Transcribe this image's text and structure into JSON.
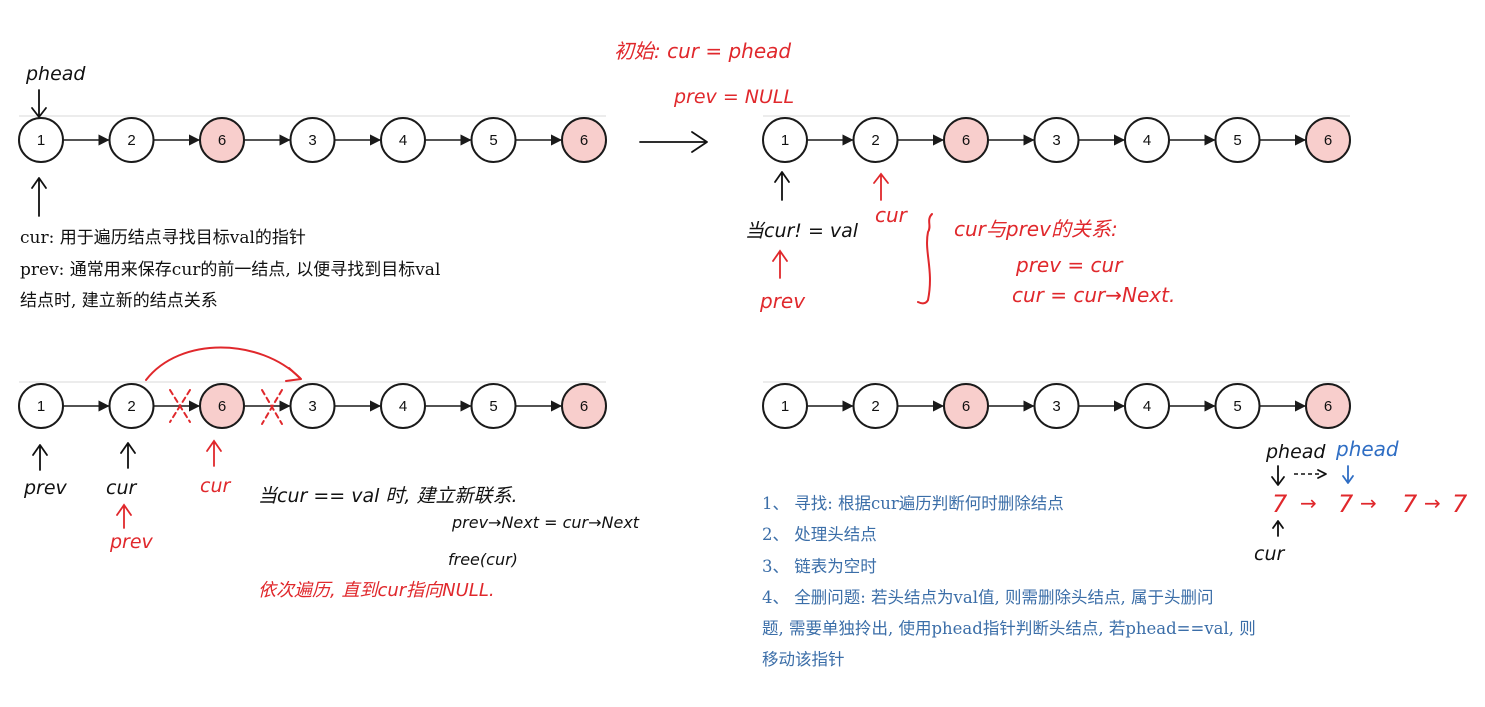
{
  "lists": {
    "top_left": [
      "1",
      "2",
      "6",
      "3",
      "4",
      "5",
      "6"
    ],
    "top_right": [
      "1",
      "2",
      "6",
      "3",
      "4",
      "5",
      "6"
    ],
    "bottom_left": [
      "1",
      "2",
      "6",
      "3",
      "4",
      "5",
      "6"
    ],
    "bottom_right": [
      "1",
      "2",
      "6",
      "3",
      "4",
      "5",
      "6"
    ]
  },
  "target_value": "6",
  "colors": {
    "target_fill": "#f8cecc",
    "annotation_red": "#e0282c",
    "annotation_blue": "#2f6ec4",
    "printed_blue": "#3b6ea8"
  },
  "panel_top_left": {
    "phead_label": "phead",
    "desc_line1": "cur: 用于遍历结点寻找目标val的指针",
    "desc_line2": "prev: 通常用来保存cur的前一结点, 以便寻找到目标val",
    "desc_line3": "结点时, 建立新的结点关系"
  },
  "panel_top_right": {
    "init_line1": "初始: cur = phead",
    "init_line2": "prev = NULL",
    "cur_label": "cur",
    "cond_label": "当cur! = val",
    "prev_label": "prev",
    "relation_title": "cur与prev的关系:",
    "relation_line1": "prev = cur",
    "relation_line2": "cur = cur→Next."
  },
  "panel_bottom_left": {
    "prev_label": "prev",
    "cur_label": "cur",
    "prev_under_cur": "prev",
    "cur_red_label": "cur",
    "cond_label": "当cur == val 时, 建立新联系.",
    "code_line1": "prev→Next = cur→Next",
    "code_line2": "free(cur)",
    "loop_note": "依次遍历, 直到cur指向NULL."
  },
  "panel_bottom_right": {
    "phead_black": "phead",
    "phead_blue": "phead",
    "sevens": [
      "7",
      "7",
      "7",
      "7"
    ],
    "cur_label": "cur",
    "notes": [
      "1、 寻找: 根据cur遍历判断何时删除结点",
      "2、 处理头结点",
      "3、 链表为空时",
      "4、 全删问题: 若头结点为val值, 则需删除头结点, 属于头删问",
      "题, 需要单独拎出, 使用phead指针判断头结点, 若phead==val, 则",
      "移动该指针"
    ]
  }
}
